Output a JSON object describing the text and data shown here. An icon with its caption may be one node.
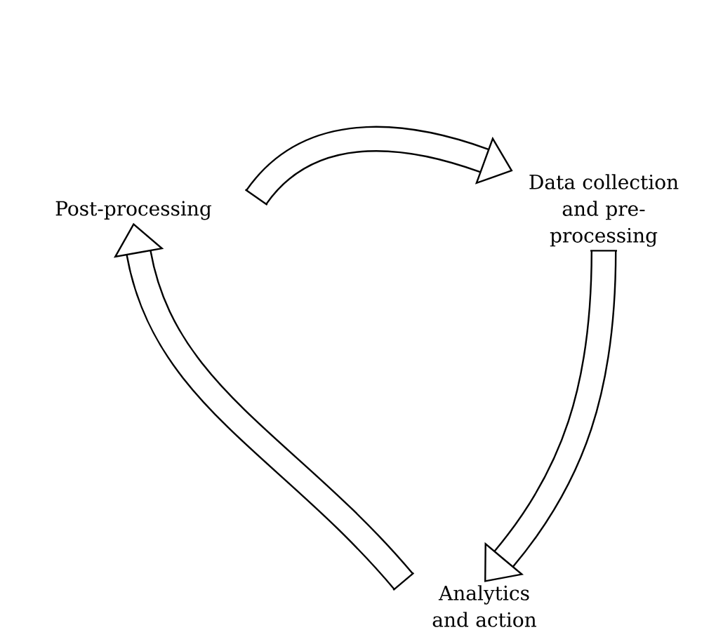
{
  "diagram": {
    "nodes": [
      {
        "text": [
          "Post-processing"
        ]
      },
      {
        "text": [
          "Data collection and pre-processing"
        ]
      },
      {
        "text": [
          "Analytics and action"
        ]
      }
    ],
    "edges": [
      {
        "from": 0,
        "to": 1,
        "arrow": "to"
      },
      {
        "from": 1,
        "to": 2,
        "arrow": "to"
      },
      {
        "from": 2,
        "to": 0,
        "arrow": "to"
      }
    ]
  }
}
